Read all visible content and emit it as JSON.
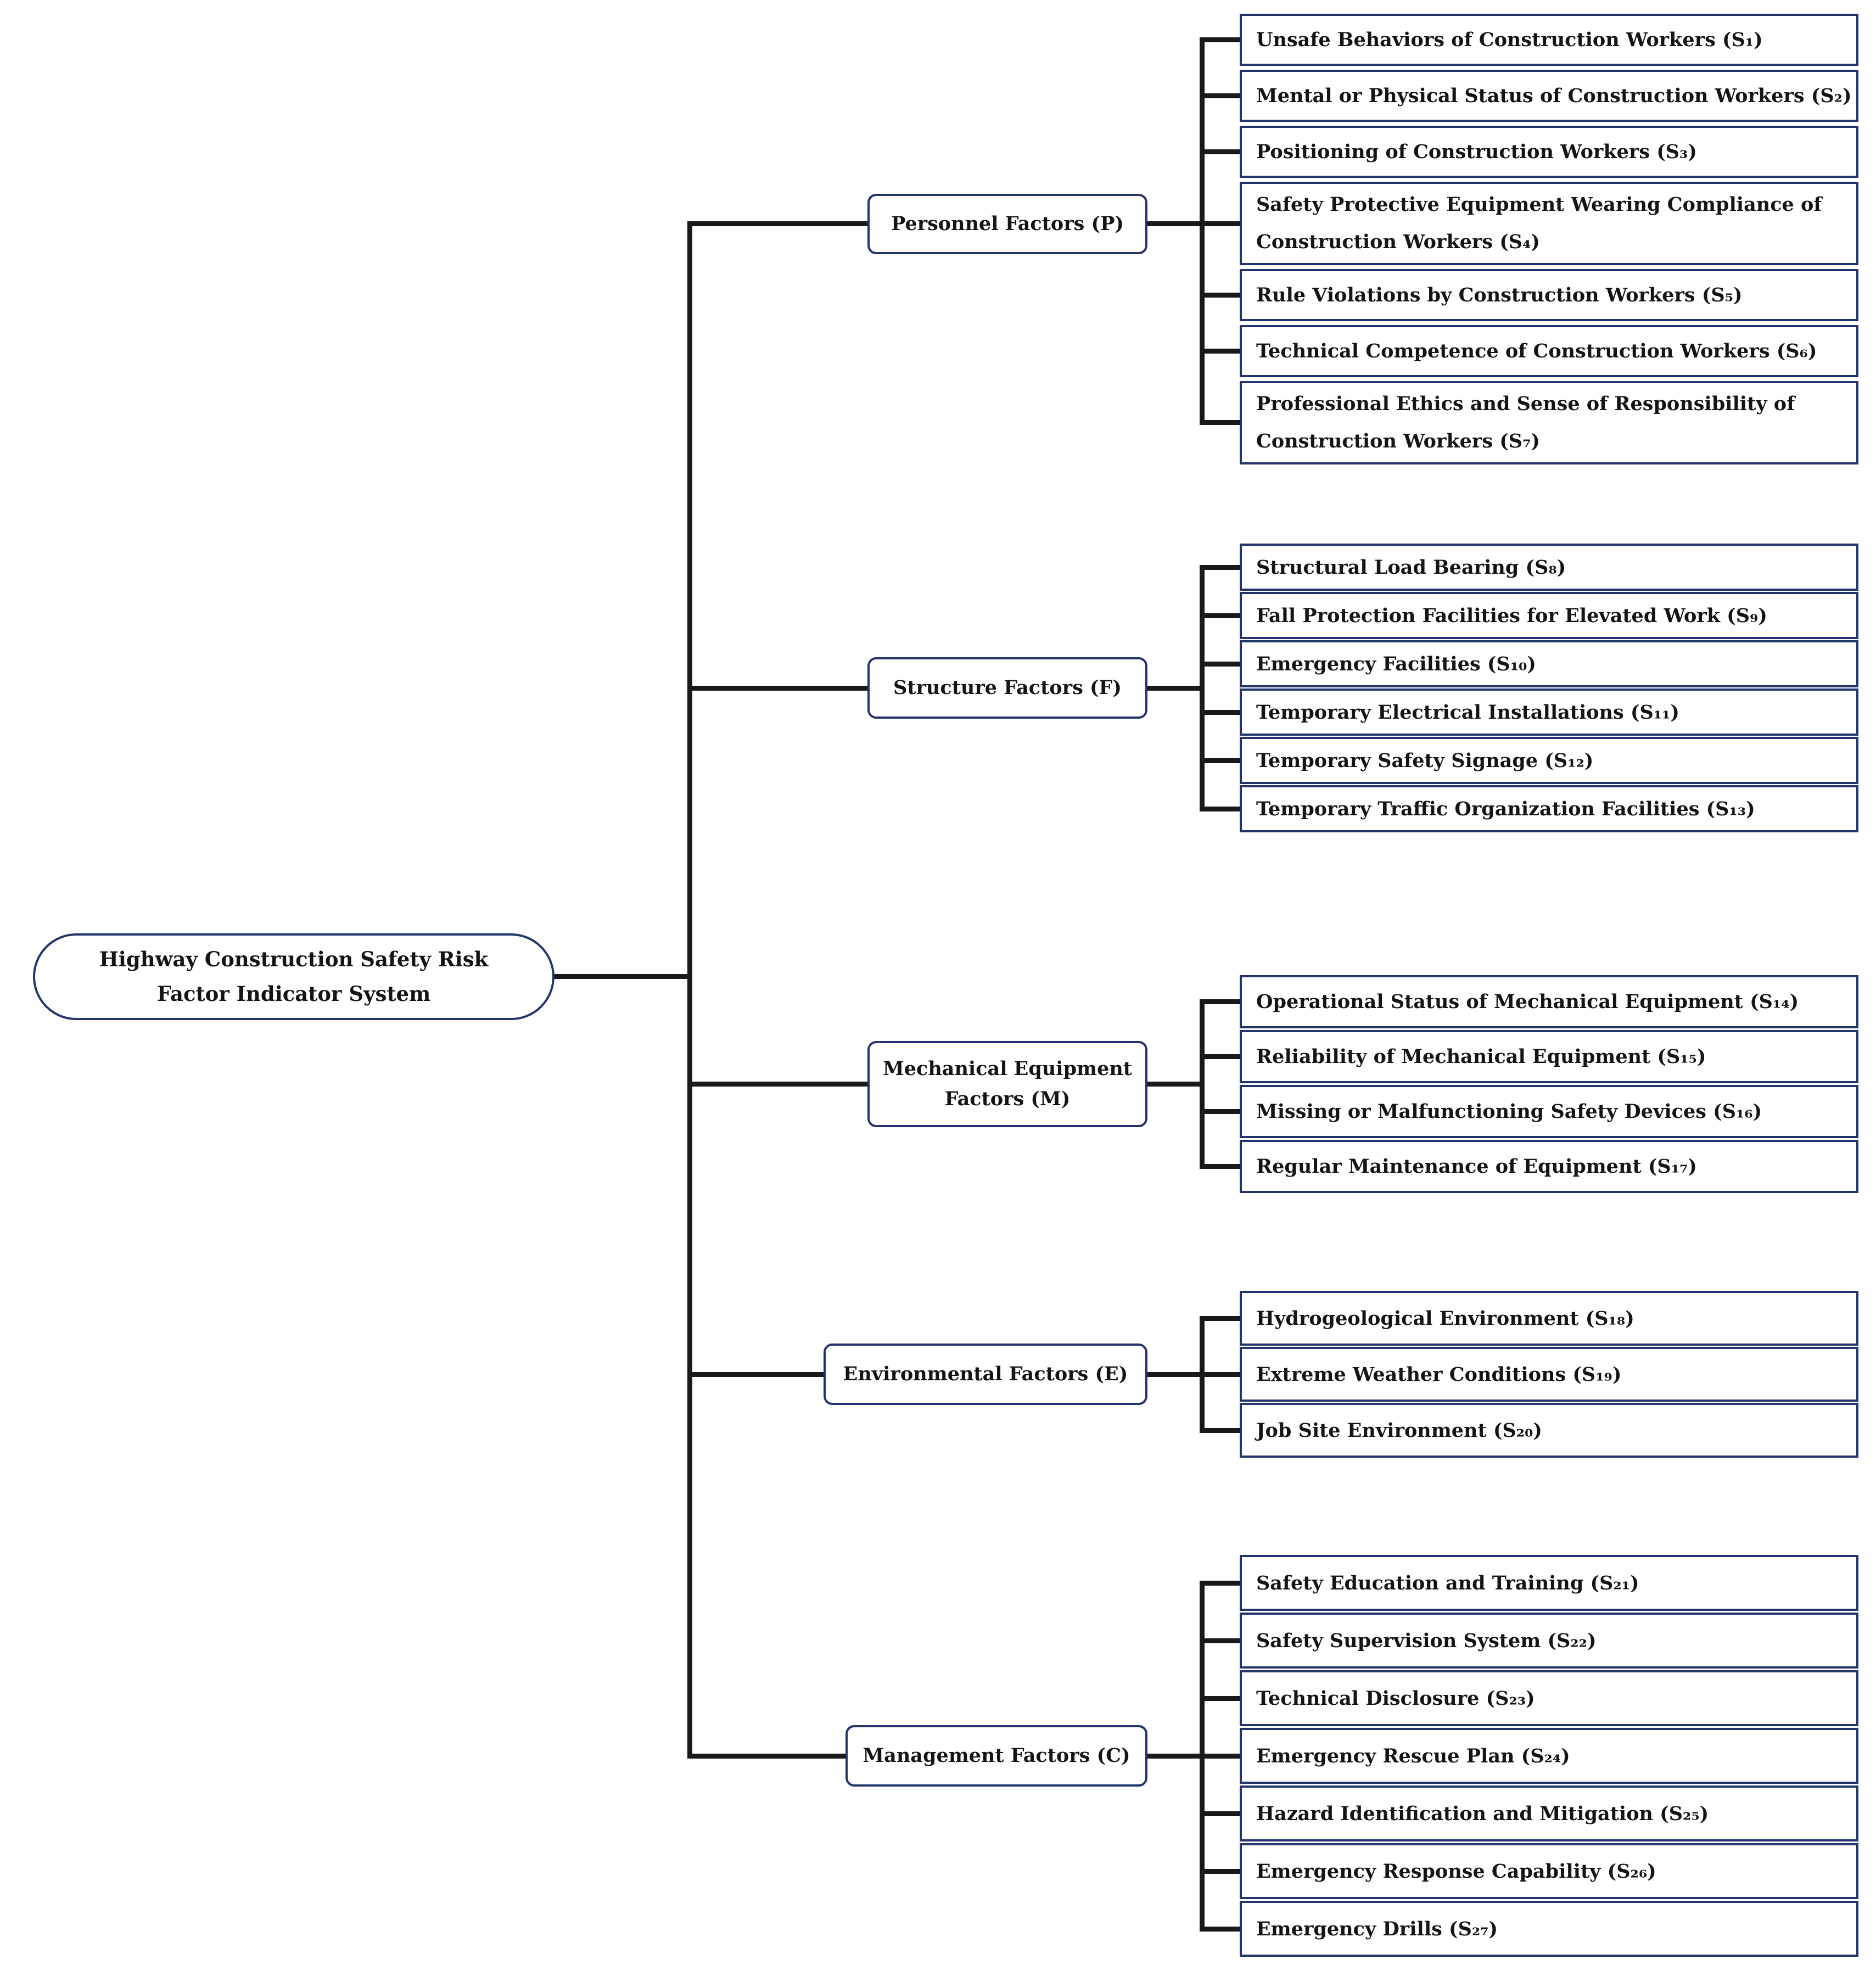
{
  "root": {
    "label": "Highway Construction Safety Risk Factor Indicator System"
  },
  "groups": [
    {
      "label": "Personnel Factors (P)",
      "items": [
        {
          "label": "Unsafe Behaviors of Construction Workers (S₁)"
        },
        {
          "label": "Mental or Physical Status of Construction Workers (S₂)"
        },
        {
          "label": "Positioning of Construction Workers (S₃)"
        },
        {
          "label": "Safety Protective Equipment Wearing Compliance of Construction Workers (S₄)"
        },
        {
          "label": "Rule Violations by Construction Workers (S₅)"
        },
        {
          "label": "Technical Competence of Construction Workers (S₆)"
        },
        {
          "label": "Professional Ethics and Sense of Responsibility of Construction Workers (S₇)"
        }
      ]
    },
    {
      "label": "Structure Factors (F)",
      "items": [
        {
          "label": "Structural Load Bearing (S₈)"
        },
        {
          "label": "Fall Protection Facilities for Elevated Work (S₉)"
        },
        {
          "label": "Emergency Facilities (S₁₀)"
        },
        {
          "label": "Temporary Electrical Installations (S₁₁)"
        },
        {
          "label": "Temporary Safety Signage (S₁₂)"
        },
        {
          "label": "Temporary Traffic Organization Facilities (S₁₃)"
        }
      ]
    },
    {
      "label": "Mechanical Equipment Factors (M)",
      "items": [
        {
          "label": "Operational Status of Mechanical Equipment (S₁₄)"
        },
        {
          "label": "Reliability of Mechanical Equipment (S₁₅)"
        },
        {
          "label": "Missing or Malfunctioning Safety Devices (S₁₆)"
        },
        {
          "label": "Regular Maintenance of Equipment (S₁₇)"
        }
      ]
    },
    {
      "label": "Environmental Factors (E)",
      "items": [
        {
          "label": "Hydrogeological Environment (S₁₈)"
        },
        {
          "label": "Extreme Weather Conditions (S₁₉)"
        },
        {
          "label": "Job Site Environment (S₂₀)"
        }
      ]
    },
    {
      "label": "Management Factors (C)",
      "items": [
        {
          "label": "Safety Education and Training (S₂₁)"
        },
        {
          "label": "Safety Supervision System (S₂₂)"
        },
        {
          "label": "Technical Disclosure (S₂₃)"
        },
        {
          "label": "Emergency Rescue Plan (S₂₄)"
        },
        {
          "label": "Hazard Identification and Mitigation (S₂₅)"
        },
        {
          "label": "Emergency Response Capability (S₂₆)"
        },
        {
          "label": "Emergency Drills (S₂₇)"
        }
      ]
    }
  ],
  "colors": {
    "border": "#24356b",
    "line": "#191919",
    "text": "#141414",
    "background": "#ffffff"
  }
}
